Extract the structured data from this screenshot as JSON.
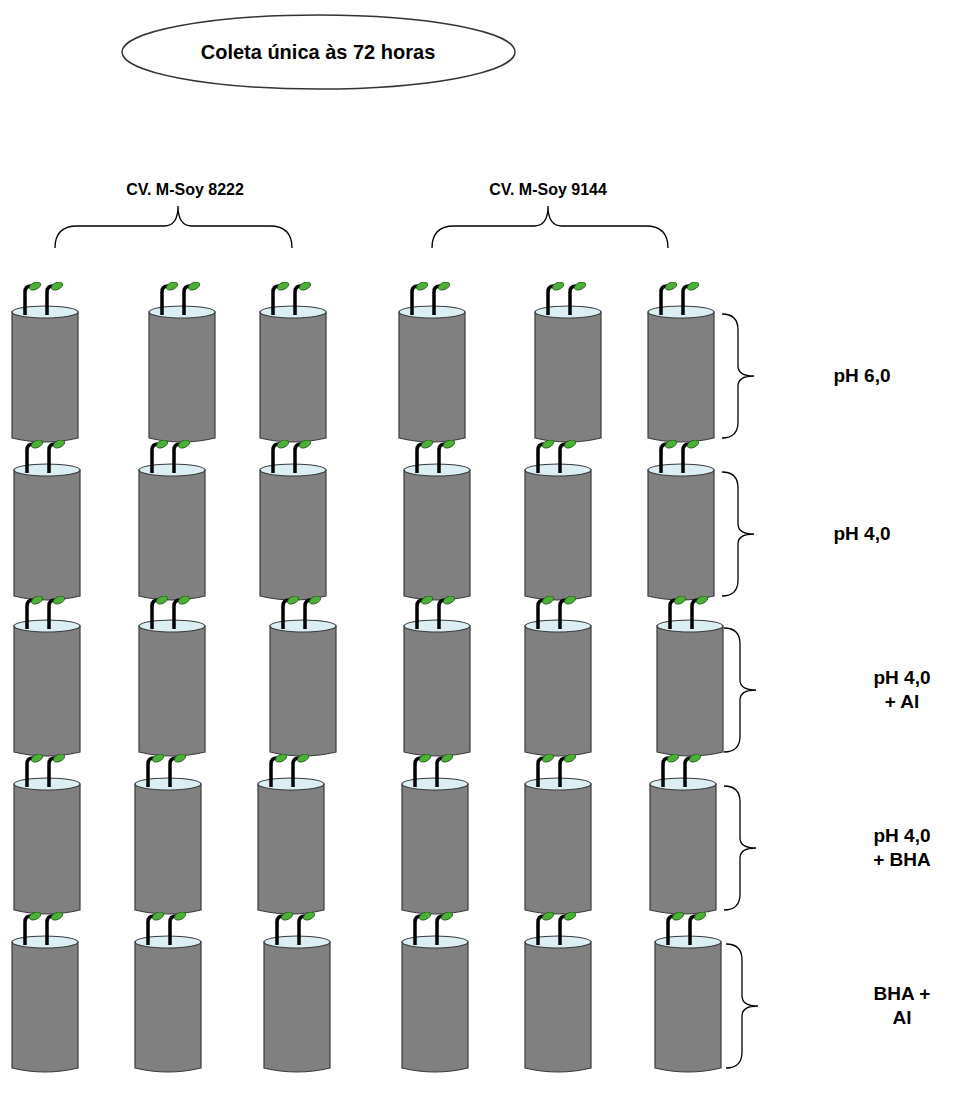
{
  "diagram": {
    "nodes": [
      {
        "text": [
          "Coleta única às 72 horas"
        ]
      }
    ],
    "labels": [
      "CV. M-Soy 8222",
      "CV. M-Soy 9144",
      "pH 6,0",
      "pH 4,0",
      "pH 4,0 + Al",
      "pH 4,0 + BHA",
      "BHA + Al"
    ]
  }
}
